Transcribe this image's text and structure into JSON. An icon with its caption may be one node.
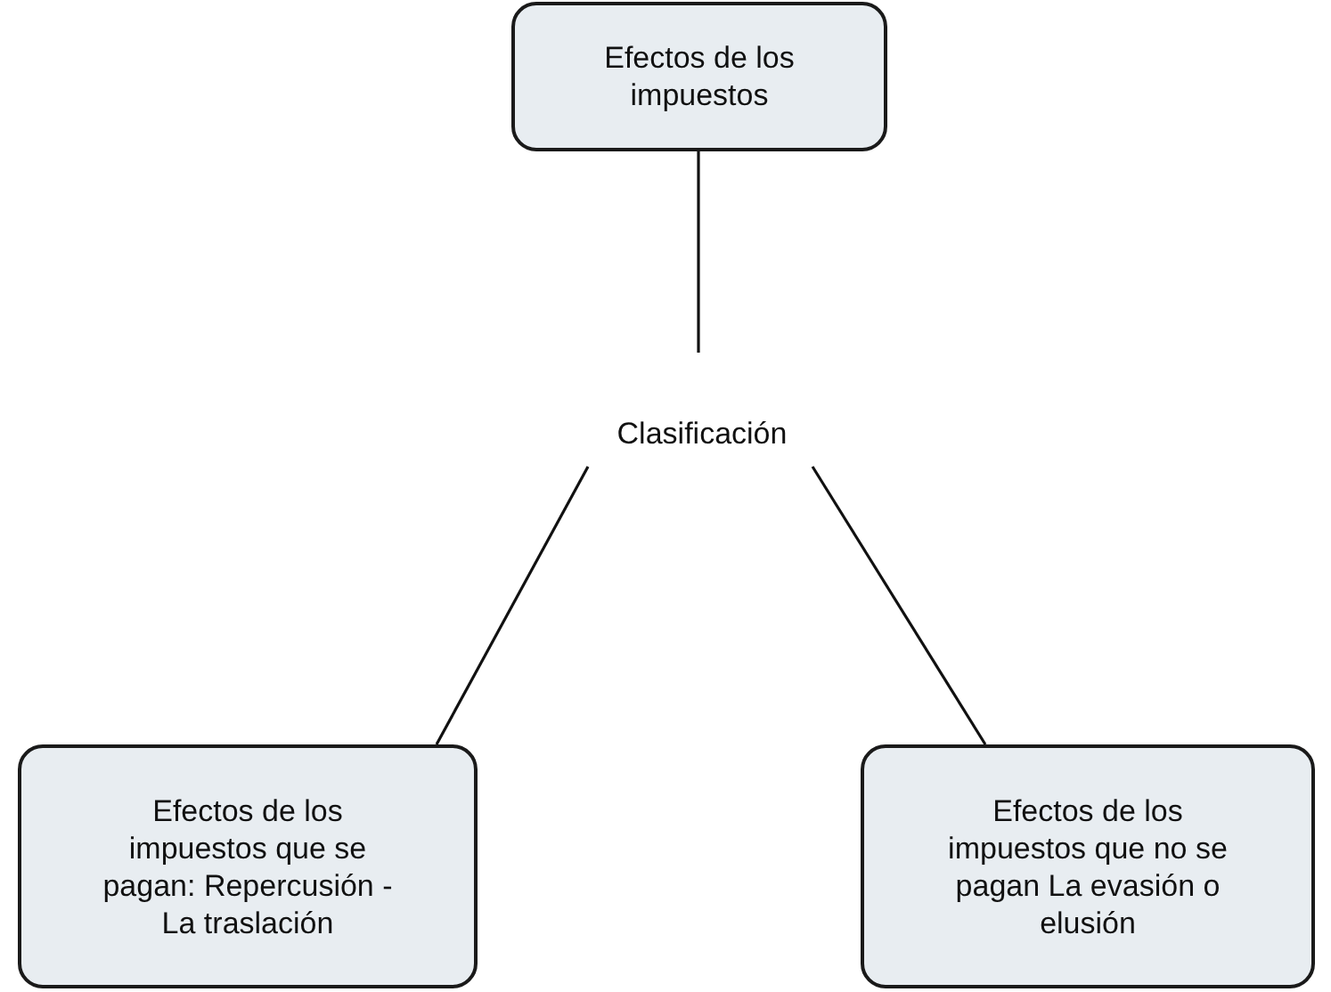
{
  "diagram": {
    "nodes": [
      {
        "text": [
          "Efectos de los impuestos"
        ]
      },
      {
        "text": [
          "Clasificación"
        ]
      },
      {
        "text": [
          "Efectos de los impuestos que se pagan: Repercusión - La traslación"
        ]
      },
      {
        "text": [
          "Efectos de los impuestos que no se pagan La evasión o elusión"
        ]
      }
    ],
    "edges": [
      {
        "from": 0,
        "to": 1,
        "arrow": "none"
      },
      {
        "from": 1,
        "to": 2,
        "arrow": "none"
      },
      {
        "from": 1,
        "to": 3,
        "arrow": "none"
      }
    ]
  }
}
